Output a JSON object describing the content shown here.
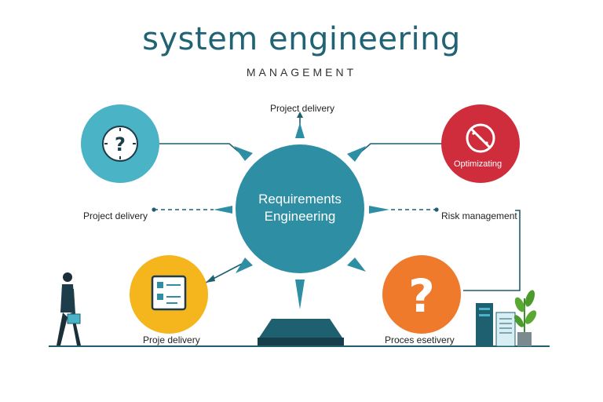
{
  "title": "system engineering",
  "subtitle": "MANAGEMENT",
  "center": {
    "line1": "Requirements",
    "line2": "Engineering"
  },
  "labels": {
    "top": "Project delivery",
    "left": "Project delivery",
    "right": "Risk management",
    "top_right_node": "Optimizating",
    "bottom_left_node": "Proje delivery",
    "bottom_right_node": "Proces esetivery"
  },
  "colors": {
    "title": "#1f6374",
    "center": "#2e8ea3",
    "node_top_left": "#4ab3c6",
    "node_top_right": "#cf2d3c",
    "node_bottom_left": "#f5b51d",
    "node_bottom_right": "#f07a2c",
    "connector": "#1e5f70"
  }
}
